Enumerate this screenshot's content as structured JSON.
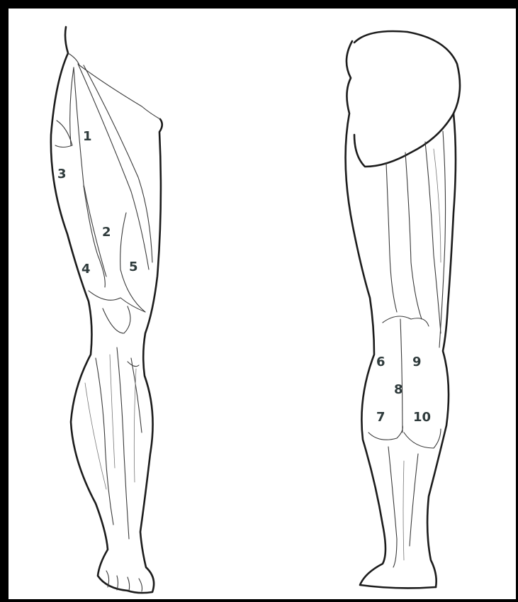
{
  "diagram": {
    "front_leg": {
      "labels": [
        "1",
        "2",
        "3",
        "4",
        "5"
      ]
    },
    "back_leg": {
      "labels": [
        "6",
        "7",
        "8",
        "9",
        "10"
      ]
    },
    "colors": {
      "outline": "#1c1c1c",
      "label": "#2f3b3c",
      "frame": "#000000",
      "background": "#ffffff"
    }
  }
}
